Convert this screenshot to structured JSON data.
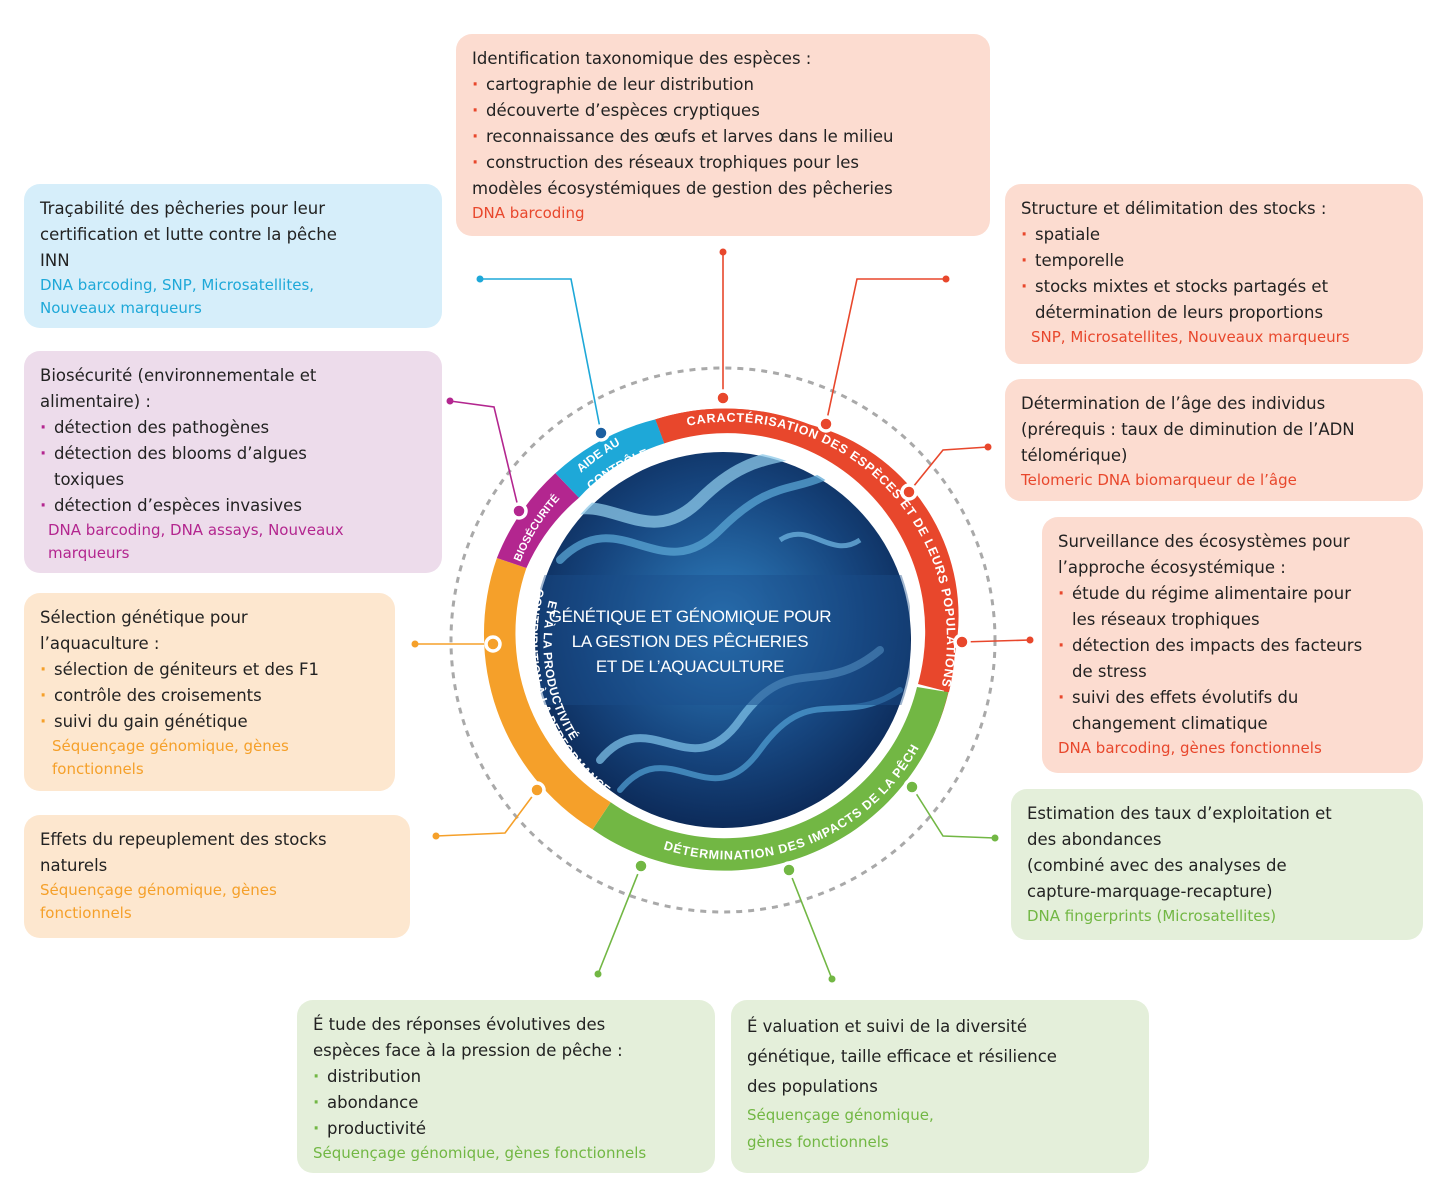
{
  "center": {
    "title": "GÉNÉTIQUE ET GÉNOMIQUE POUR\nLA GESTION DES PÊCHERIES\nET DE L’AQUACULTURE"
  },
  "ring": {
    "aide": "AIDE AU",
    "controle": "CONTRÔLE",
    "caracterisation": "CARACTÉRISATION DES ESPÈCES ET DE LEURS POPULATIONS",
    "determination": "DÉTERMINATION DES IMPACTS DE LA PÊCHE",
    "contribution1": "CONTRIBUTION À LA PERFORMANCE",
    "contribution2": "ET À LA PRODUCTIVITÉ",
    "biosecurite": "BIOSÉCURITÉ"
  },
  "colors": {
    "red": "#e8472c",
    "blue": "#1ea8d8",
    "purple": "#b3268f",
    "orange": "#f5a02a",
    "green": "#72b744"
  },
  "boxes": {
    "identification": {
      "head": "Identification taxonomique des espèces :",
      "items": [
        "cartographie de leur distribution",
        "découverte d’espèces cryptiques",
        "reconnaissance des œufs et larves dans le milieu",
        "construction des réseaux trophiques pour les"
      ],
      "tail": "modèles écosystémiques de gestion des pêcheries",
      "tags": "DNA barcoding"
    },
    "tracabilite": {
      "head": "Traçabilité des pêcheries pour leur\ncertification et lutte contre la pêche\nINN",
      "tags": "DNA barcoding, SNP, Microsatellites,\nNouveaux marqueurs"
    },
    "structure": {
      "head": "Structure et délimitation des stocks :",
      "items": [
        "spatiale",
        "temporelle",
        "stocks mixtes et stocks partagés et\ndétermination de leurs proportions"
      ],
      "tags": "SNP, Microsatellites, Nouveaux marqueurs"
    },
    "biosecurite": {
      "head": "Biosécurité (environnementale et\nalimentaire) :",
      "items": [
        "détection des pathogènes",
        "détection des blooms d’algues\ntoxiques",
        "détection d’espèces invasives"
      ],
      "tags": "DNA barcoding, DNA assays, Nouveaux\nmarqueurs"
    },
    "age": {
      "head": "Détermination de l’âge des individus\n(prérequis : taux de diminution de l’ADN\ntélomérique)",
      "tags": "Telomeric DNA biomarqueur de l’âge"
    },
    "surveillance": {
      "head": "Surveillance des écosystèmes pour\nl’approche écosystémique :",
      "items": [
        "étude du régime alimentaire pour\nles réseaux trophiques",
        "détection des impacts des facteurs\nde stress",
        "suivi des effets évolutifs du\nchangement climatique"
      ],
      "tags": "DNA barcoding, gènes fonctionnels"
    },
    "selection": {
      "head": "Sélection génétique pour\nl’aquaculture :",
      "items": [
        "sélection de géniteurs et des F1",
        "contrôle des croisements",
        "suivi du gain génétique"
      ],
      "tags": "Séquençage génomique, gènes\nfonctionnels"
    },
    "repeuplement": {
      "head": "Effets du repeuplement des stocks\nnaturels",
      "tags": "Séquençage génomique, gènes\nfonctionnels"
    },
    "estimation": {
      "head": "Estimation des taux d’exploitation et\ndes abondances\n(combiné avec des analyses de\ncapture-marquage-recapture)",
      "tags": "DNA fingerprints (Microsatellites)"
    },
    "etude": {
      "head": "É tude des réponses évolutives des\nespèces face à la pression de pêche :",
      "items": [
        "distribution",
        "abondance",
        "productivité"
      ],
      "tags": "Séquençage génomique, gènes fonctionnels"
    },
    "evaluation": {
      "head": "É valuation et suivi de la diversité\ngénétique, taille efficace et résilience\ndes populations",
      "tags": "Séquençage génomique,\ngènes fonctionnels"
    }
  }
}
